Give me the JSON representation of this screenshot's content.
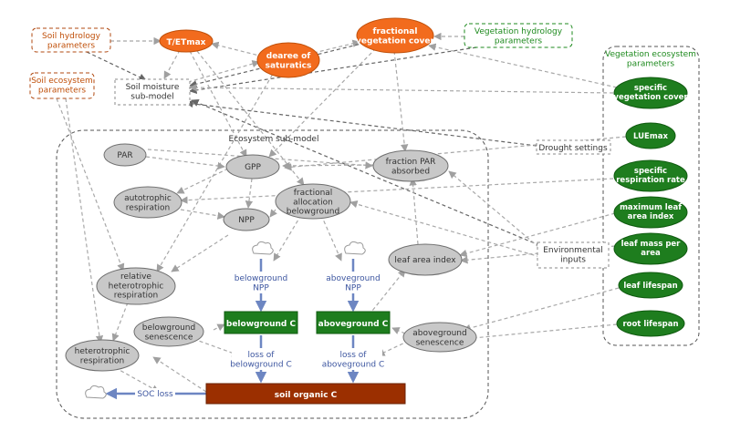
{
  "colors": {
    "orange_fill": "#f26b1d",
    "orange_text": "#c0500a",
    "green_fill": "#1e7d1e",
    "green_text": "#1e8a1e",
    "gray_fill": "#c8c8c8",
    "gray_stroke": "#6e6e6e",
    "soil_fill": "#9b2f00",
    "flow_blue": "#6d86c2",
    "flow_text": "#3d56a0",
    "dashed_gray": "#a8a8a8",
    "dark_text": "#333333"
  },
  "params": {
    "soil_hydrology": [
      "Soil hydrology",
      "parameters"
    ],
    "soil_ecosystem": [
      "Soil ecosystem",
      "parameters"
    ],
    "veg_hydrology": [
      "Vegetation hydrology",
      "parameters"
    ],
    "veg_ecosystem": [
      "Vegetation ecosystem",
      "parameters"
    ]
  },
  "submodels": {
    "soil_moisture": [
      "Soil moisture",
      "sub-model"
    ],
    "ecosystem": "Ecosystem sub-model"
  },
  "inputs": {
    "drought": "Drought settings",
    "environmental": [
      "Environmental",
      "inputs"
    ]
  },
  "orange_nodes": {
    "tetmax": "T/ETmax",
    "saturation": [
      "dearee of",
      "saturatics"
    ],
    "fveg": [
      "fractional",
      "vegetation cover"
    ]
  },
  "green_nodes": {
    "spec_veg": [
      "specific",
      "vegetation cover"
    ],
    "luemax": "LUEmax",
    "spec_resp": [
      "specific",
      "respiration rate"
    ],
    "max_lai": [
      "maximum leaf",
      "area index"
    ],
    "leaf_mass": [
      "leaf mass per",
      "area"
    ],
    "leaf_life": "leaf lifespan",
    "root_life": "root lifespan"
  },
  "gray_nodes": {
    "par": "PAR",
    "gpp": "GPP",
    "fpar": [
      "fraction PAR",
      "absorbed"
    ],
    "auto_resp": [
      "autotrophic",
      "respiration"
    ],
    "npp": "NPP",
    "frac_alloc": [
      "fractional",
      "allocation",
      "belowground"
    ],
    "lai": "leaf area index",
    "rel_het": [
      "relative",
      "heterotrophic",
      "respiration"
    ],
    "below_sen": [
      "belowground",
      "senescence"
    ],
    "above_sen": [
      "aboveground",
      "senescence"
    ],
    "het_resp": [
      "heterotrophic",
      "respiration"
    ]
  },
  "pools": {
    "below_c": "belowground C",
    "above_c": "aboveground C",
    "soil_c": "soil organic C"
  },
  "flows": {
    "below_npp": [
      "belowground",
      "NPP"
    ],
    "above_npp": [
      "aboveground",
      "NPP"
    ],
    "loss_below": [
      "loss of",
      "belowground C"
    ],
    "loss_above": [
      "loss of",
      "aboveground C"
    ],
    "soc_loss": "SOC loss"
  }
}
